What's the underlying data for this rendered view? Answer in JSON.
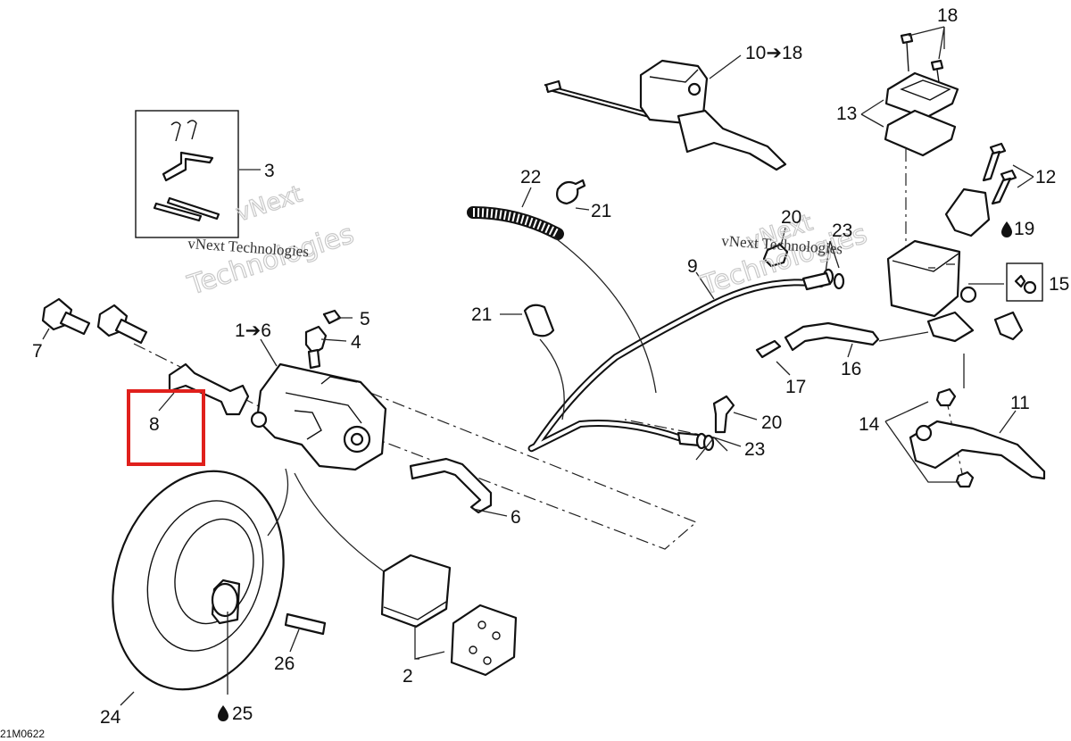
{
  "diagram": {
    "reference": "21M0622",
    "watermarks": [
      {
        "line1": "vNext",
        "line2": "Technologies",
        "caption": "vNext Technologies"
      },
      {
        "line1": "vNext",
        "line2": "Technologies",
        "caption": "vNext Technologies"
      }
    ],
    "callouts": [
      {
        "id": "c18",
        "text": "18"
      },
      {
        "id": "c10",
        "text": "10➔18"
      },
      {
        "id": "c13",
        "text": "13"
      },
      {
        "id": "c12",
        "text": "12"
      },
      {
        "id": "c19",
        "text": "19"
      },
      {
        "id": "c15",
        "text": "15"
      },
      {
        "id": "c3",
        "text": "3"
      },
      {
        "id": "c22",
        "text": "22"
      },
      {
        "id": "c21a",
        "text": "21"
      },
      {
        "id": "c20a",
        "text": "20"
      },
      {
        "id": "c23a",
        "text": "23"
      },
      {
        "id": "c9",
        "text": "9"
      },
      {
        "id": "c21b",
        "text": "21"
      },
      {
        "id": "c16",
        "text": "16"
      },
      {
        "id": "c17",
        "text": "17"
      },
      {
        "id": "c7",
        "text": "7"
      },
      {
        "id": "c16b",
        "text": "1➔6"
      },
      {
        "id": "c5",
        "text": "5"
      },
      {
        "id": "c4",
        "text": "4"
      },
      {
        "id": "c8",
        "text": "8"
      },
      {
        "id": "c20b",
        "text": "20"
      },
      {
        "id": "c23b",
        "text": "23"
      },
      {
        "id": "c14",
        "text": "14"
      },
      {
        "id": "c11",
        "text": "11"
      },
      {
        "id": "c6",
        "text": "6"
      },
      {
        "id": "c26",
        "text": "26"
      },
      {
        "id": "c2",
        "text": "2"
      },
      {
        "id": "c24",
        "text": "24"
      },
      {
        "id": "c25",
        "text": "25"
      }
    ],
    "highlight_color": "#e0201c"
  }
}
